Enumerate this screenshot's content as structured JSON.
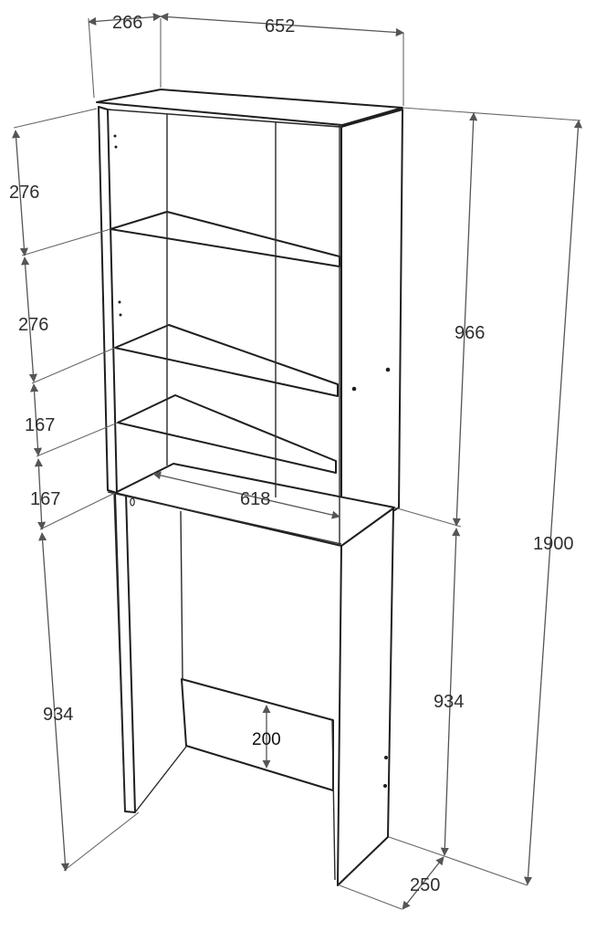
{
  "diagram": {
    "dimensions": {
      "top_depth": "266",
      "top_width": "652",
      "left_shelf_1": "276",
      "left_shelf_2": "276",
      "left_shelf_3": "167",
      "left_shelf_4": "167",
      "inner_width": "618",
      "upper_height": "966",
      "lower_height_right": "934",
      "lower_height_left": "934",
      "overall_height": "1900",
      "bottom_depth": "250",
      "rail_height": "200"
    },
    "colors": {
      "line": "#1f1f1f",
      "dimension": "#555555",
      "text": "#2f2f2f"
    }
  }
}
